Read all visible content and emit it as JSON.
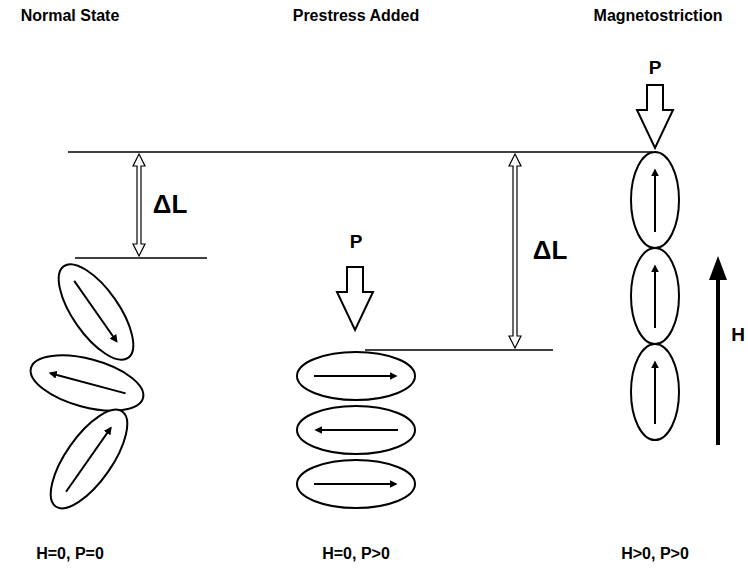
{
  "diagram": {
    "labels": [
      "Normal State",
      "Prestress Added",
      "Magnetostriction",
      "ΔL",
      "P",
      "ΔL",
      "P",
      "H",
      "H=0, P=0",
      "H=0, P>0",
      "H>0, P>0"
    ]
  }
}
